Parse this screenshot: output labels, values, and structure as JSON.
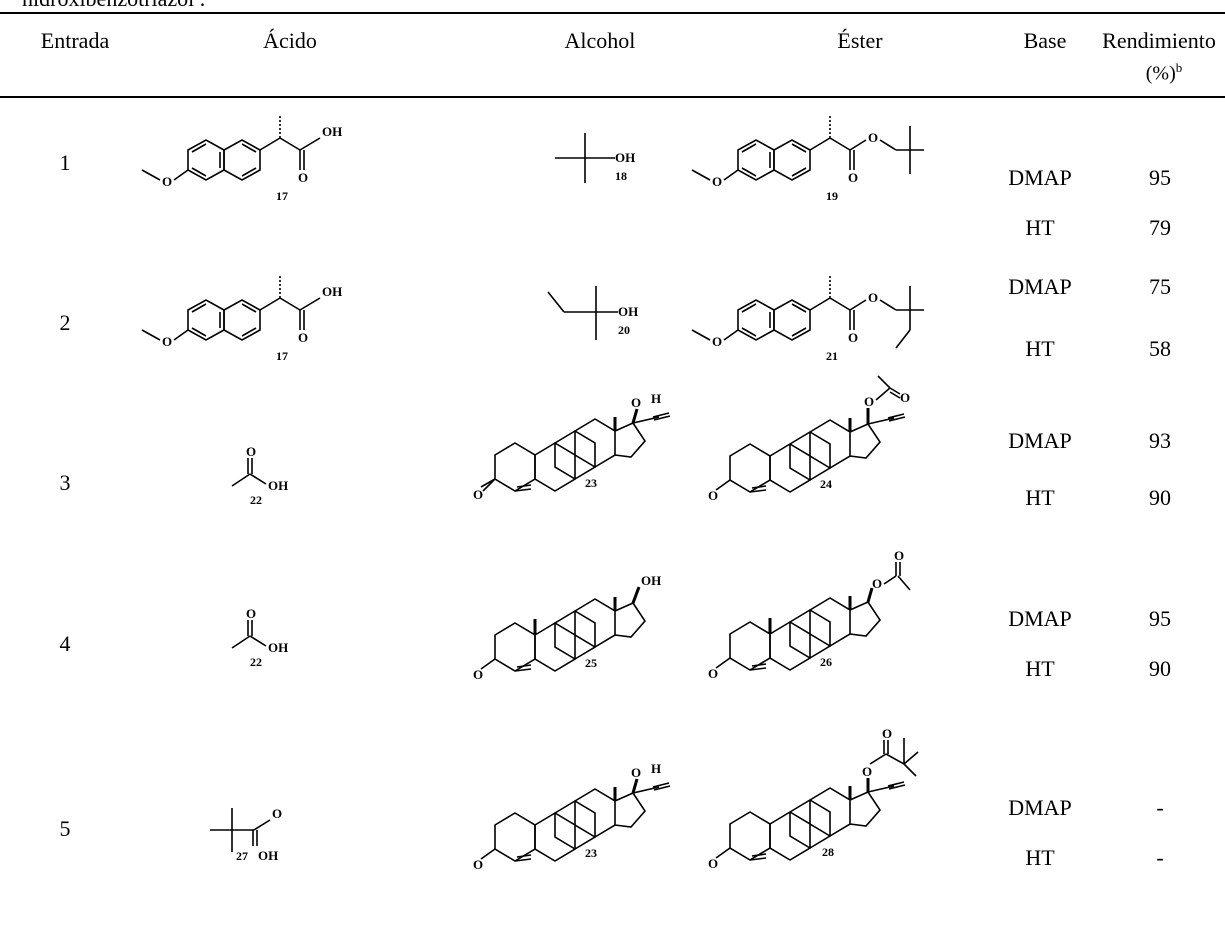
{
  "caption_fragment": "hidroxibenzotriazol .",
  "table": {
    "headers": {
      "entry": "Entrada",
      "acid": "Ácido",
      "alcohol": "Alcohol",
      "ester": "Éster",
      "base": "Base",
      "yield": "Rendimiento",
      "yield_unit": "(%)",
      "yield_sup": "b"
    },
    "rows": [
      {
        "entry": "1",
        "acid_id": "17",
        "alcohol_id": "18",
        "ester_id": "19",
        "bases": [
          "DMAP",
          "HT"
        ],
        "yields": [
          "95",
          "79"
        ]
      },
      {
        "entry": "2",
        "acid_id": "17",
        "alcohol_id": "20",
        "ester_id": "21",
        "bases": [
          "DMAP",
          "HT"
        ],
        "yields": [
          "75",
          "58"
        ]
      },
      {
        "entry": "3",
        "acid_id": "22",
        "alcohol_id": "23",
        "ester_id": "24",
        "bases": [
          "DMAP",
          "HT"
        ],
        "yields": [
          "93",
          "90"
        ]
      },
      {
        "entry": "4",
        "acid_id": "22",
        "alcohol_id": "25",
        "ester_id": "26",
        "bases": [
          "DMAP",
          "HT"
        ],
        "yields": [
          "95",
          "90"
        ]
      },
      {
        "entry": "5",
        "acid_id": "27",
        "alcohol_id": "23",
        "ester_id": "28",
        "bases": [
          "DMAP",
          "HT"
        ],
        "yields": [
          "-",
          "-"
        ]
      }
    ]
  },
  "atoms": {
    "oh": "OH",
    "o": "O",
    "h": "H"
  }
}
